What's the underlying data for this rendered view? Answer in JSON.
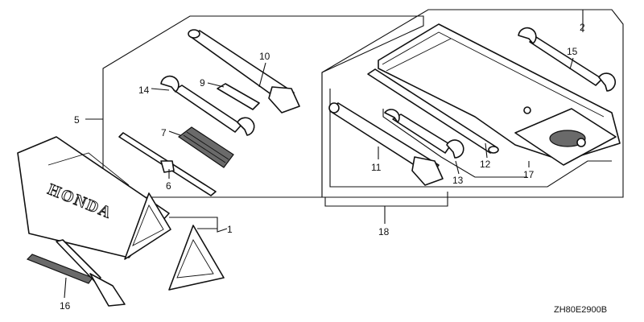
{
  "diagram_code": "ZH80E2900B",
  "brand_lettering": "HONDA",
  "callouts": [
    "1",
    "2",
    "5",
    "6",
    "7",
    "9",
    "10",
    "11",
    "12",
    "13",
    "14",
    "15",
    "16",
    "17",
    "18"
  ]
}
